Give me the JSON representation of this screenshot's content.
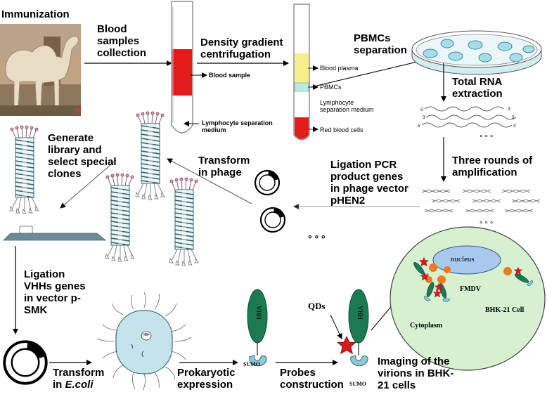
{
  "steps": {
    "immunization": "Immunization",
    "blood_collection": "Blood\nsamples\ncollection",
    "density": "Density gradient\ncentrifugation",
    "pbmc_sep": "PBMCs\nseparation",
    "rna": "Total RNA\nextraction",
    "amplification": "Three rounds of\namplification",
    "ligation_pcr": "Ligation PCR\nproduct genes\nin phage vector\npHEN2",
    "transform_phage": "Transform\nin phage",
    "generate_library": "Generate\nlibrary and\nselect special\nclones",
    "ligation_vhh": "Ligation\nVHHs genes\nin vector p-\nSMK",
    "transform_ecoli": "Transform\nin ",
    "transform_ecoli_italic": "E.coli",
    "prokaryotic": "Prokaryotic\nexpression",
    "probes": "Probes\nconstruction",
    "imaging": "Imaging of the\nvirions in BHK-\n21 cells"
  },
  "tube_labels": {
    "blood_sample": "Blood sample",
    "lymphocyte_medium": "Lymphocyte separation\nmedium",
    "blood_plasma": "Blood plasma",
    "pbmcs": "PBMCs",
    "lymphocyte_medium2": "Lymphocyte\nseparation medium",
    "red_cells": "Red blood cells"
  },
  "cell_labels": {
    "nucleus": "nucleus",
    "fmdv": "FMDV",
    "bhk_cell": "BHK-21  Cell",
    "cytoplasm": "Cytoplasm",
    "qds": "QDs",
    "vhh": "VHH",
    "sumo": "SUMO"
  },
  "ellipsis": "°  °  °",
  "photo_number": "20",
  "colors": {
    "blood_red": "#e31b1b",
    "plasma_yellow": "#f5f08a",
    "pbmc_cyan": "#bde8e8",
    "vhh_green": "#1c7a52",
    "cell_green": "#d6f0d0",
    "nucleus_blue": "#a8c8ee",
    "fmdv_orange": "#ee7a1e",
    "qd_red": "#e0161e",
    "ecoli_blue": "#c4e3ea",
    "dish_blue": "#a9dde6",
    "sumo_blue": "#8cc8da"
  }
}
